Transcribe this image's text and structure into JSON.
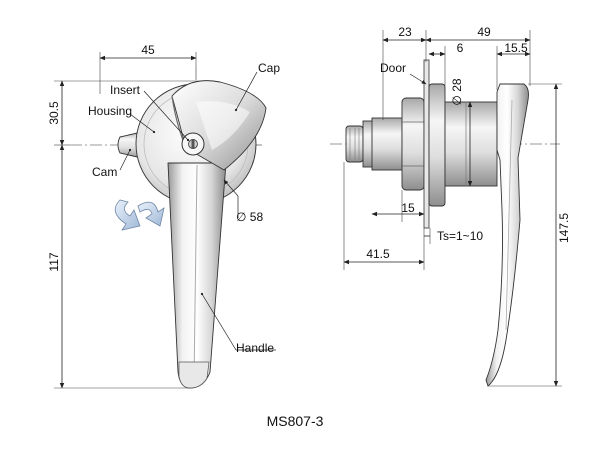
{
  "labels": {
    "cap": "Cap",
    "insert": "Insert",
    "housing": "Housing",
    "cam": "Cam",
    "handle": "Handle",
    "door": "Door"
  },
  "dimensions": {
    "front_width": "45",
    "front_top_height": "30.5",
    "front_height": "117",
    "housing_diameter": "∅ 58",
    "side_23": "23",
    "side_49": "49",
    "side_6": "6",
    "side_15_5": "15.5",
    "shaft_diameter": "∅ 28",
    "side_15": "15",
    "thickness": "Ts=1~10",
    "side_41_5": "41.5",
    "side_147_5": "147.5"
  },
  "caption": "MS807-3",
  "colors": {
    "metal_light": "#f4f4f4",
    "metal_mid": "#c9c9c9",
    "metal_dark": "#8a8a8a",
    "line": "#222222"
  },
  "icons": {
    "rotation_arrow": "rotation-arrow-icon"
  }
}
